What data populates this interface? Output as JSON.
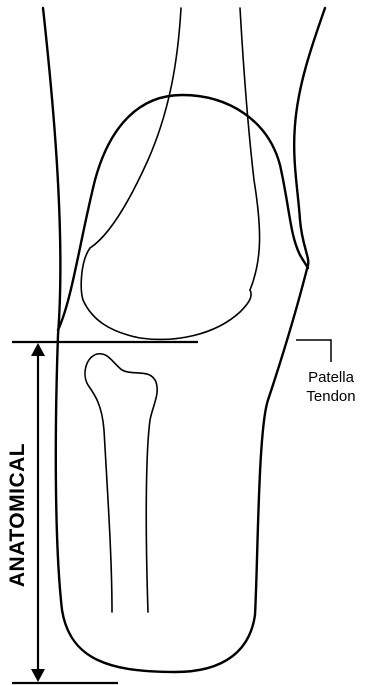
{
  "diagram": {
    "measurement_label": "ANATOMICAL",
    "callout": {
      "line1": "Patella",
      "line2": "Tendon"
    },
    "colors": {
      "stroke": "#000000",
      "background": "#ffffff"
    }
  }
}
